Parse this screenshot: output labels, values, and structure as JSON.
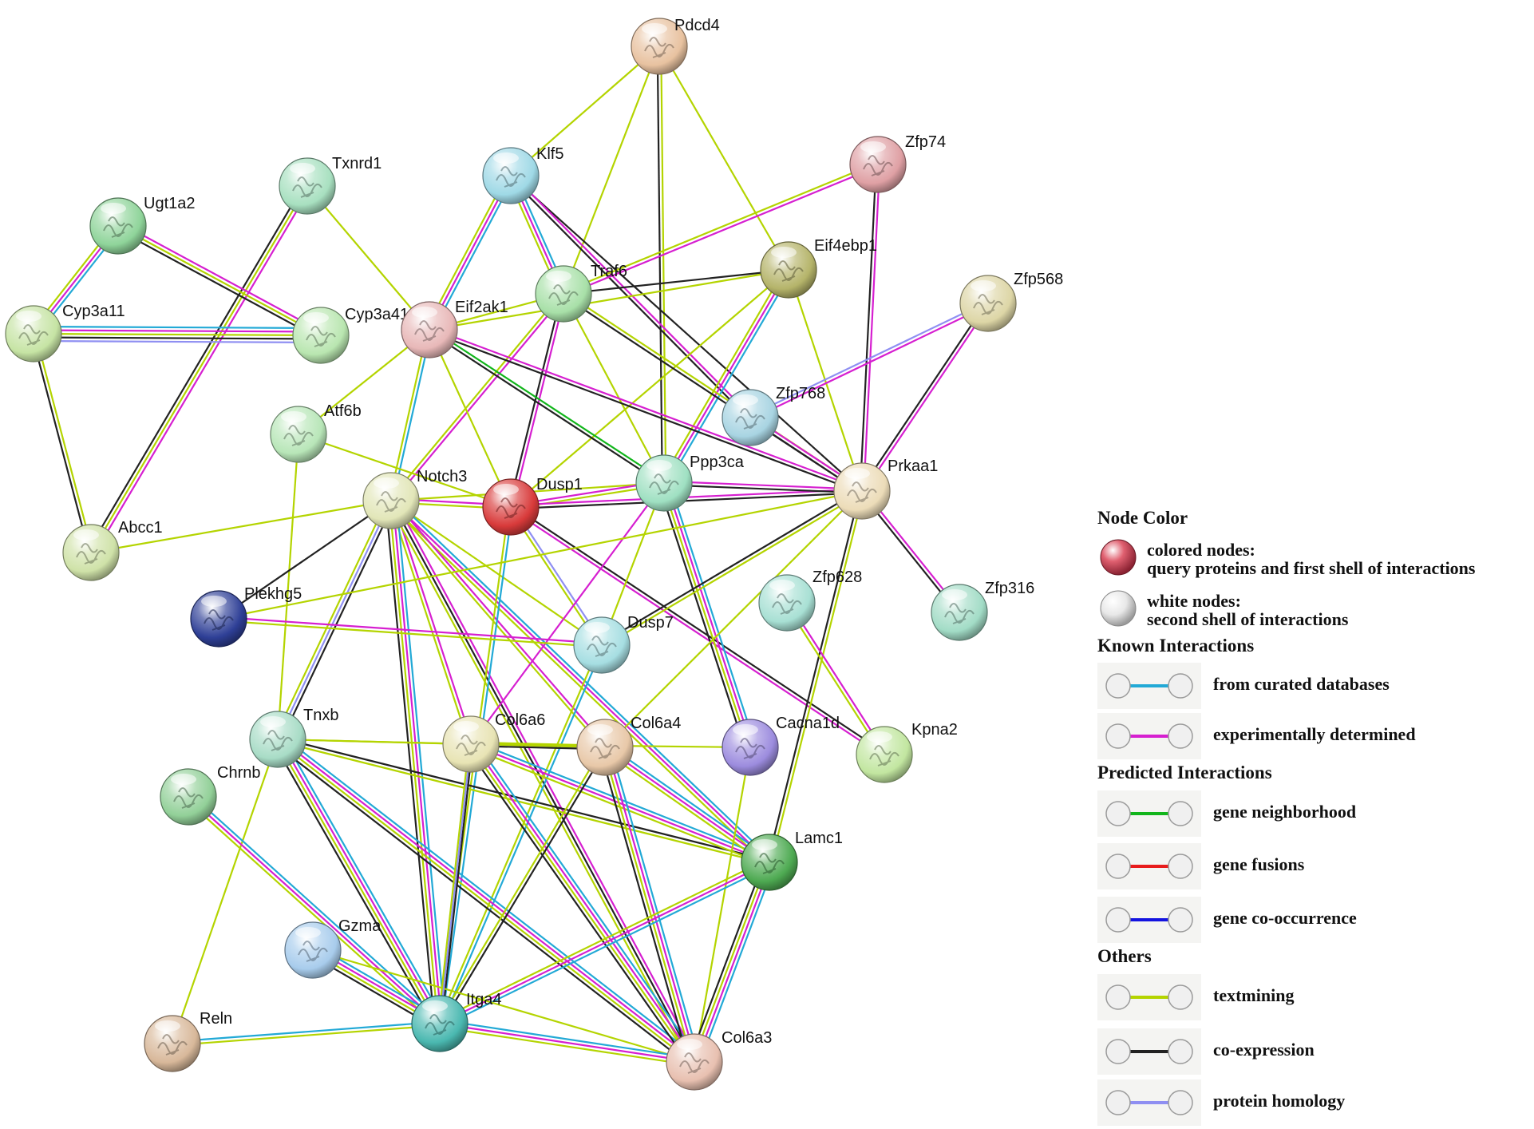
{
  "colors": {
    "curated": "#22a9d6",
    "experimental": "#d61fd0",
    "neighborhood": "#11b51b",
    "fusion": "#e81c1c",
    "cooccurrence": "#1313e0",
    "textmining": "#b4d400",
    "coexpression": "#222222",
    "homology": "#8f8ff2"
  },
  "nodes": [
    {
      "id": "Pdcd4",
      "label": "Pdcd4",
      "color": "#e8c2a0",
      "query": false
    },
    {
      "id": "Klf5",
      "label": "Klf5",
      "color": "#9fd9e6",
      "query": false
    },
    {
      "id": "Zfp74",
      "label": "Zfp74",
      "color": "#dfa0a4",
      "query": false
    },
    {
      "id": "Txnrd1",
      "label": "Txnrd1",
      "color": "#a8e0c0",
      "query": false
    },
    {
      "id": "Ugt1a2",
      "label": "Ugt1a2",
      "color": "#8fd49a",
      "query": false
    },
    {
      "id": "Eif4ebp1",
      "label": "Eif4ebp1",
      "color": "#b5b46a",
      "query": false
    },
    {
      "id": "Zfp568",
      "label": "Zfp568",
      "color": "#ddd6a6",
      "query": false
    },
    {
      "id": "Traf6",
      "label": "Traf6",
      "color": "#a8e0a8",
      "query": false
    },
    {
      "id": "Cyp3a11",
      "label": "Cyp3a11",
      "color": "#c6e4a4",
      "query": false
    },
    {
      "id": "Cyp3a41a",
      "label": "Cyp3a41a",
      "color": "#b9e6b0",
      "query": false
    },
    {
      "id": "Eif2ak1",
      "label": "Eif2ak1",
      "color": "#e8b8b8",
      "query": false
    },
    {
      "id": "Zfp768",
      "label": "Zfp768",
      "color": "#a8d4e2",
      "query": false
    },
    {
      "id": "Atf6b",
      "label": "Atf6b",
      "color": "#b8e6b8",
      "query": false
    },
    {
      "id": "Notch3",
      "label": "Notch3",
      "color": "#e2e6b8",
      "query": false
    },
    {
      "id": "Dusp1",
      "label": "Dusp1",
      "color": "#d83a3a",
      "query": true
    },
    {
      "id": "Ppp3ca",
      "label": "Ppp3ca",
      "color": "#9fe0c2",
      "query": false
    },
    {
      "id": "Prkaa1",
      "label": "Prkaa1",
      "color": "#ecdcb8",
      "query": false
    },
    {
      "id": "Abcc1",
      "label": "Abcc1",
      "color": "#cfe2a8",
      "query": false
    },
    {
      "id": "Plekhg5",
      "label": "Plekhg5",
      "color": "#2e3f96",
      "query": false
    },
    {
      "id": "Zfp628",
      "label": "Zfp628",
      "color": "#a8e0d4",
      "query": false
    },
    {
      "id": "Zfp316",
      "label": "Zfp316",
      "color": "#a2dcc6",
      "query": false
    },
    {
      "id": "Dusp7",
      "label": "Dusp7",
      "color": "#a6dee2",
      "query": false
    },
    {
      "id": "Tnxb",
      "label": "Tnxb",
      "color": "#a8dcc6",
      "query": false
    },
    {
      "id": "Col6a6",
      "label": "Col6a6",
      "color": "#e8e4b4",
      "query": false
    },
    {
      "id": "Col6a4",
      "label": "Col6a4",
      "color": "#e8c8a8",
      "query": false
    },
    {
      "id": "Cacna1d",
      "label": "Cacna1d",
      "color": "#9c8cde",
      "query": false
    },
    {
      "id": "Kpna2",
      "label": "Kpna2",
      "color": "#c2e6a0",
      "query": false
    },
    {
      "id": "Chrnb",
      "label": "Chrnb",
      "color": "#92d098",
      "query": false
    },
    {
      "id": "Lamc1",
      "label": "Lamc1",
      "color": "#4eaa52",
      "query": false
    },
    {
      "id": "Gzma",
      "label": "Gzma",
      "color": "#a8ccec",
      "query": false
    },
    {
      "id": "Reln",
      "label": "Reln",
      "color": "#d8b89a",
      "query": false
    },
    {
      "id": "Itga4",
      "label": "Itga4",
      "color": "#4ab8b0",
      "query": false
    },
    {
      "id": "Col6a3",
      "label": "Col6a3",
      "color": "#e8c0b0",
      "query": false
    }
  ],
  "edges": [
    {
      "a": "Pdcd4",
      "b": "Klf5",
      "types": [
        "textmining"
      ]
    },
    {
      "a": "Pdcd4",
      "b": "Traf6",
      "types": [
        "textmining"
      ]
    },
    {
      "a": "Pdcd4",
      "b": "Eif4ebp1",
      "types": [
        "textmining"
      ]
    },
    {
      "a": "Pdcd4",
      "b": "Ppp3ca",
      "types": [
        "textmining",
        "coexpression"
      ]
    },
    {
      "a": "Klf5",
      "b": "Traf6",
      "types": [
        "curated",
        "experimental",
        "textmining"
      ]
    },
    {
      "a": "Klf5",
      "b": "Eif2ak1",
      "types": [
        "curated",
        "experimental",
        "textmining"
      ]
    },
    {
      "a": "Klf5",
      "b": "Prkaa1",
      "types": [
        "coexpression"
      ]
    },
    {
      "a": "Klf5",
      "b": "Zfp768",
      "types": [
        "experimental",
        "coexpression"
      ]
    },
    {
      "a": "Zfp74",
      "b": "Traf6",
      "types": [
        "experimental",
        "textmining"
      ]
    },
    {
      "a": "Zfp74",
      "b": "Prkaa1",
      "types": [
        "experimental",
        "coexpression"
      ]
    },
    {
      "a": "Txnrd1",
      "b": "Abcc1",
      "types": [
        "experimental",
        "textmining",
        "coexpression"
      ]
    },
    {
      "a": "Txnrd1",
      "b": "Eif2ak1",
      "types": [
        "textmining"
      ]
    },
    {
      "a": "Ugt1a2",
      "b": "Cyp3a11",
      "types": [
        "curated",
        "experimental",
        "textmining"
      ]
    },
    {
      "a": "Ugt1a2",
      "b": "Cyp3a41a",
      "types": [
        "experimental",
        "textmining",
        "coexpression"
      ]
    },
    {
      "a": "Cyp3a11",
      "b": "Cyp3a41a",
      "types": [
        "curated",
        "experimental",
        "textmining",
        "coexpression",
        "homology"
      ]
    },
    {
      "a": "Cyp3a11",
      "b": "Abcc1",
      "types": [
        "textmining",
        "coexpression"
      ]
    },
    {
      "a": "Eif4ebp1",
      "b": "Traf6",
      "types": [
        "coexpression"
      ]
    },
    {
      "a": "Eif4ebp1",
      "b": "Ppp3ca",
      "types": [
        "curated",
        "experimental",
        "textmining"
      ]
    },
    {
      "a": "Eif4ebp1",
      "b": "Prkaa1",
      "types": [
        "textmining"
      ]
    },
    {
      "a": "Eif4ebp1",
      "b": "Eif2ak1",
      "types": [
        "textmining"
      ]
    },
    {
      "a": "Eif4ebp1",
      "b": "Dusp1",
      "types": [
        "textmining"
      ]
    },
    {
      "a": "Zfp568",
      "b": "Prkaa1",
      "types": [
        "experimental",
        "coexpression"
      ]
    },
    {
      "a": "Zfp568",
      "b": "Zfp768",
      "types": [
        "experimental",
        "homology"
      ]
    },
    {
      "a": "Traf6",
      "b": "Eif2ak1",
      "types": [
        "textmining"
      ]
    },
    {
      "a": "Traf6",
      "b": "Notch3",
      "types": [
        "experimental",
        "textmining"
      ]
    },
    {
      "a": "Traf6",
      "b": "Dusp1",
      "types": [
        "experimental",
        "coexpression"
      ]
    },
    {
      "a": "Traf6",
      "b": "Prkaa1",
      "types": [
        "textmining",
        "coexpression"
      ]
    },
    {
      "a": "Traf6",
      "b": "Ppp3ca",
      "types": [
        "textmining"
      ]
    },
    {
      "a": "Eif2ak1",
      "b": "Atf6b",
      "types": [
        "textmining"
      ]
    },
    {
      "a": "Eif2ak1",
      "b": "Notch3",
      "types": [
        "curated",
        "textmining"
      ]
    },
    {
      "a": "Eif2ak1",
      "b": "Ppp3ca",
      "types": [
        "neighborhood",
        "coexpression"
      ]
    },
    {
      "a": "Eif2ak1",
      "b": "Prkaa1",
      "types": [
        "experimental",
        "coexpression"
      ]
    },
    {
      "a": "Eif2ak1",
      "b": "Dusp1",
      "types": [
        "textmining"
      ]
    },
    {
      "a": "Zfp768",
      "b": "Prkaa1",
      "types": [
        "experimental",
        "coexpression"
      ]
    },
    {
      "a": "Atf6b",
      "b": "Dusp1",
      "types": [
        "textmining"
      ]
    },
    {
      "a": "Atf6b",
      "b": "Tnxb",
      "types": [
        "textmining"
      ]
    },
    {
      "a": "Notch3",
      "b": "Dusp1",
      "types": [
        "experimental",
        "textmining"
      ]
    },
    {
      "a": "Notch3",
      "b": "Abcc1",
      "types": [
        "textmining"
      ]
    },
    {
      "a": "Notch3",
      "b": "Plekhg5",
      "types": [
        "coexpression"
      ]
    },
    {
      "a": "Notch3",
      "b": "Dusp7",
      "types": [
        "textmining"
      ]
    },
    {
      "a": "Notch3",
      "b": "Tnxb",
      "types": [
        "coexpression",
        "homology",
        "textmining"
      ]
    },
    {
      "a": "Notch3",
      "b": "Col6a6",
      "types": [
        "experimental",
        "textmining"
      ]
    },
    {
      "a": "Notch3",
      "b": "Itga4",
      "types": [
        "curated",
        "experimental",
        "textmining",
        "coexpression"
      ]
    },
    {
      "a": "Notch3",
      "b": "Col6a3",
      "types": [
        "experimental",
        "coexpression",
        "textmining"
      ]
    },
    {
      "a": "Notch3",
      "b": "Lamc1",
      "types": [
        "curated",
        "experimental",
        "textmining"
      ]
    },
    {
      "a": "Notch3",
      "b": "Col6a4",
      "types": [
        "experimental",
        "textmining"
      ]
    },
    {
      "a": "Notch3",
      "b": "Ppp3ca",
      "types": [
        "textmining"
      ]
    },
    {
      "a": "Dusp1",
      "b": "Ppp3ca",
      "types": [
        "experimental",
        "textmining"
      ]
    },
    {
      "a": "Dusp1",
      "b": "Prkaa1",
      "types": [
        "experimental",
        "coexpression"
      ]
    },
    {
      "a": "Dusp1",
      "b": "Dusp7",
      "types": [
        "homology",
        "textmining"
      ]
    },
    {
      "a": "Dusp1",
      "b": "Kpna2",
      "types": [
        "coexpression",
        "experimental"
      ]
    },
    {
      "a": "Dusp1",
      "b": "Itga4",
      "types": [
        "curated",
        "textmining"
      ]
    },
    {
      "a": "Ppp3ca",
      "b": "Prkaa1",
      "types": [
        "experimental",
        "coexpression"
      ]
    },
    {
      "a": "Ppp3ca",
      "b": "Cacna1d",
      "types": [
        "curated",
        "experimental",
        "textmining",
        "coexpression"
      ]
    },
    {
      "a": "Ppp3ca",
      "b": "Col6a6",
      "types": [
        "experimental"
      ]
    },
    {
      "a": "Ppp3ca",
      "b": "Dusp7",
      "types": [
        "textmining"
      ]
    },
    {
      "a": "Prkaa1",
      "b": "Zfp316",
      "types": [
        "experimental",
        "coexpression"
      ]
    },
    {
      "a": "Prkaa1",
      "b": "Dusp7",
      "types": [
        "textmining",
        "coexpression"
      ]
    },
    {
      "a": "Prkaa1",
      "b": "Lamc1",
      "types": [
        "textmining",
        "coexpression"
      ]
    },
    {
      "a": "Prkaa1",
      "b": "Col6a4",
      "types": [
        "textmining"
      ]
    },
    {
      "a": "Plekhg5",
      "b": "Dusp7",
      "types": [
        "experimental",
        "textmining"
      ]
    },
    {
      "a": "Zfp628",
      "b": "Kpna2",
      "types": [
        "experimental",
        "textmining"
      ]
    },
    {
      "a": "Dusp7",
      "b": "Itga4",
      "types": [
        "curated",
        "textmining"
      ]
    },
    {
      "a": "Tnxb",
      "b": "Col6a6",
      "types": [
        "textmining"
      ]
    },
    {
      "a": "Tnxb",
      "b": "Itga4",
      "types": [
        "curated",
        "experimental",
        "textmining",
        "coexpression"
      ]
    },
    {
      "a": "Tnxb",
      "b": "Col6a3",
      "types": [
        "curated",
        "experimental",
        "textmining",
        "coexpression"
      ]
    },
    {
      "a": "Tnxb",
      "b": "Lamc1",
      "types": [
        "coexpression",
        "textmining"
      ]
    },
    {
      "a": "Tnxb",
      "b": "Col6a4",
      "types": [
        "textmining"
      ]
    },
    {
      "a": "Tnxb",
      "b": "Reln",
      "types": [
        "textmining"
      ]
    },
    {
      "a": "Col6a6",
      "b": "Col6a4",
      "types": [
        "textmining",
        "coexpression"
      ]
    },
    {
      "a": "Col6a6",
      "b": "Itga4",
      "types": [
        "coexpression",
        "textmining"
      ]
    },
    {
      "a": "Col6a6",
      "b": "Col6a3",
      "types": [
        "curated",
        "experimental",
        "textmining",
        "coexpression"
      ]
    },
    {
      "a": "Col6a6",
      "b": "Lamc1",
      "types": [
        "curated",
        "experimental",
        "textmining"
      ]
    },
    {
      "a": "Col6a6",
      "b": "Cacna1d",
      "types": [
        "textmining"
      ]
    },
    {
      "a": "Col6a4",
      "b": "Itga4",
      "types": [
        "coexpression",
        "textmining"
      ]
    },
    {
      "a": "Col6a4",
      "b": "Col6a3",
      "types": [
        "curated",
        "experimental",
        "textmining",
        "coexpression"
      ]
    },
    {
      "a": "Col6a4",
      "b": "Lamc1",
      "types": [
        "curated",
        "experimental",
        "textmining"
      ]
    },
    {
      "a": "Cacna1d",
      "b": "Col6a3",
      "types": [
        "textmining"
      ]
    },
    {
      "a": "Chrnb",
      "b": "Itga4",
      "types": [
        "curated",
        "experimental",
        "textmining"
      ]
    },
    {
      "a": "Lamc1",
      "b": "Itga4",
      "types": [
        "curated",
        "experimental",
        "textmining"
      ]
    },
    {
      "a": "Lamc1",
      "b": "Col6a3",
      "types": [
        "curated",
        "experimental",
        "textmining",
        "coexpression"
      ]
    },
    {
      "a": "Gzma",
      "b": "Itga4",
      "types": [
        "curated",
        "experimental",
        "textmining",
        "coexpression"
      ]
    },
    {
      "a": "Gzma",
      "b": "Col6a3",
      "types": [
        "textmining"
      ]
    },
    {
      "a": "Reln",
      "b": "Itga4",
      "types": [
        "curated",
        "textmining"
      ]
    },
    {
      "a": "Itga4",
      "b": "Col6a3",
      "types": [
        "curated",
        "experimental",
        "textmining"
      ]
    },
    {
      "a": "Itga4",
      "b": "Col6a6",
      "types": [
        "homology"
      ]
    },
    {
      "a": "Plekhg5",
      "b": "Prkaa1",
      "types": [
        "textmining"
      ]
    }
  ],
  "legend": {
    "node_color_heading": "Node Color",
    "colored_nodes_line1": "colored nodes:",
    "colored_nodes_line2": "query proteins and first shell of interactions",
    "white_nodes_line1": "white nodes:",
    "white_nodes_line2": "second shell of interactions",
    "known_heading": "Known Interactions",
    "curated_label": "from curated databases",
    "experimental_label": "experimentally determined",
    "predicted_heading": "Predicted Interactions",
    "neighborhood_label": "gene neighborhood",
    "fusion_label": "gene fusions",
    "cooccurrence_label": "gene co-occurrence",
    "others_heading": "Others",
    "textmining_label": "textmining",
    "coexpression_label": "co-expression",
    "homology_label": "protein homology"
  }
}
